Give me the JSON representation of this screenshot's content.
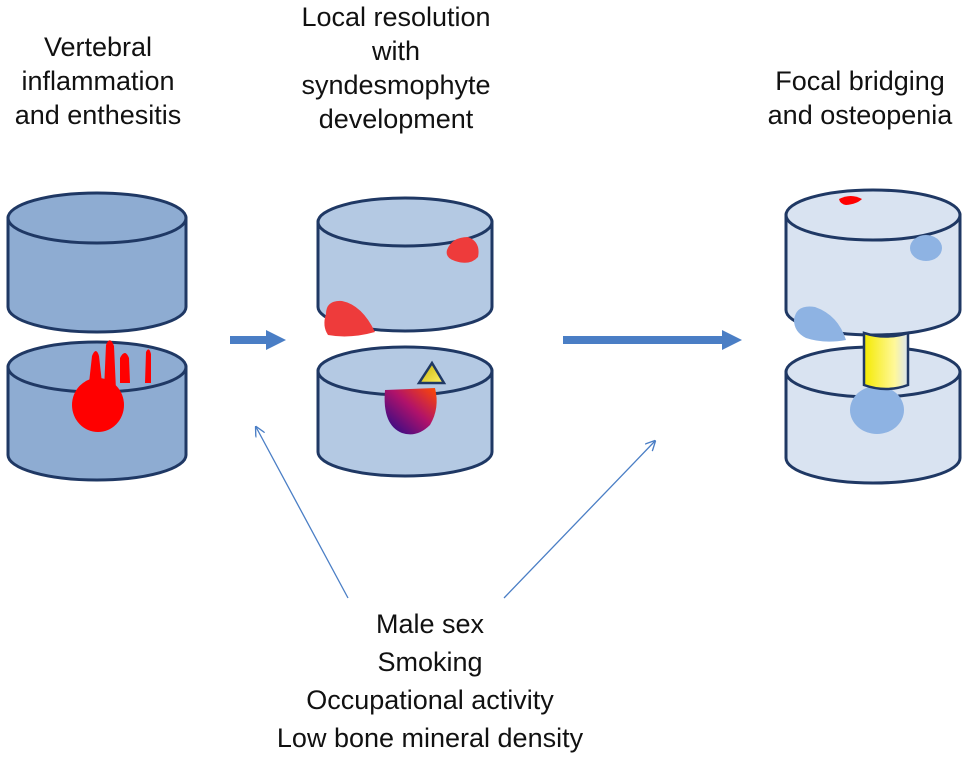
{
  "stages": [
    {
      "id": "inflammation",
      "lines": [
        "Vertebral",
        "inflammation",
        "and enthesitis"
      ]
    },
    {
      "id": "resolution",
      "lines": [
        "Local resolution",
        "with",
        "syndesmophyte",
        "development"
      ]
    },
    {
      "id": "bridging",
      "lines": [
        "Focal bridging",
        "and osteopenia"
      ]
    }
  ],
  "risk_factors": [
    "Male sex",
    "Smoking",
    "Occupational activity",
    "Low bone mineral density"
  ],
  "colors": {
    "vertebra_dark": "#8eacd2",
    "vertebra_mid": "#b4c9e3",
    "vertebra_light": "#d9e3f1",
    "outline": "#1f3864",
    "inflammation": "#ff0000",
    "syndesmophyte": "#f2e400",
    "arrow": "#4a7ec5"
  }
}
